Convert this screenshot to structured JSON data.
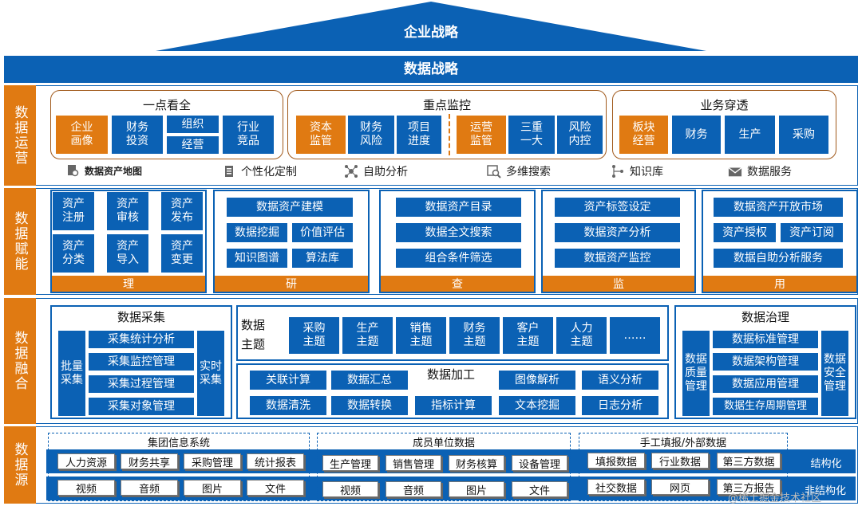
{
  "header": {
    "roof_title": "企业战略",
    "strategy_title": "数据战略"
  },
  "layers": {
    "ops": "数据运营",
    "enable": "数据赋能",
    "fusion": "数据融合",
    "source": "数据源"
  },
  "ops": {
    "group1": {
      "title": "一点看全",
      "items": [
        "企业\n画像",
        "财务\n投资",
        "组织",
        "经营",
        "行业\n竞品"
      ]
    },
    "group2": {
      "title": "重点监控",
      "items": [
        "资本\n监管",
        "财务\n风险",
        "项目\n进度",
        "运营\n监管",
        "三重\n一大",
        "风险\n内控"
      ]
    },
    "group3": {
      "title": "业务穿透",
      "items": [
        "板块\n经营",
        "财务",
        "生产",
        "采购"
      ]
    },
    "tools": [
      {
        "icon": "map-icon",
        "label": "数据资产地图"
      },
      {
        "icon": "document-icon",
        "label": "个性化定制"
      },
      {
        "icon": "network-icon",
        "label": "自助分析"
      },
      {
        "icon": "search-icon",
        "label": "多维搜索"
      },
      {
        "icon": "graph-icon",
        "label": "知识库"
      },
      {
        "icon": "mail-icon",
        "label": "数据服务"
      }
    ]
  },
  "enable": {
    "li": {
      "items": [
        "资产\n注册",
        "资产\n审核",
        "资产\n发布",
        "资产\n分类",
        "资产\n导入",
        "资产\n变更"
      ],
      "bar": "理"
    },
    "yan": {
      "items": [
        "数据资产建模",
        "数据挖掘",
        "价值评估",
        "知识图谱",
        "算法库"
      ],
      "bar": "研"
    },
    "cha": {
      "items": [
        "数据资产目录",
        "数据全文搜索",
        "组合条件筛选"
      ],
      "bar": "查"
    },
    "jian": {
      "items": [
        "资产标签设定",
        "数据资产分析",
        "数据资产监控"
      ],
      "bar": "监"
    },
    "yong": {
      "items": [
        "数据资产开放市场",
        "资产授权",
        "资产订阅",
        "数据自助分析服务"
      ],
      "bar": "用"
    }
  },
  "fusion": {
    "collect": {
      "title": "数据采集",
      "left": "批量\n采集",
      "right": "实时\n采集",
      "items": [
        "采集统计分析",
        "采集监控管理",
        "采集过程管理",
        "采集对象管理"
      ]
    },
    "topics": {
      "label": "数据\n主题",
      "items": [
        "采购\n主题",
        "生产\n主题",
        "销售\n主题",
        "财务\n主题",
        "客户\n主题",
        "人力\n主题",
        "……"
      ]
    },
    "process": {
      "title": "数据加工",
      "items": [
        "关联计算",
        "数据汇总",
        "图像解析",
        "语义分析",
        "数据清洗",
        "数据转换",
        "指标计算",
        "文本挖掘",
        "日志分析"
      ]
    },
    "govern": {
      "title": "数据治理",
      "left": "数据\n质量\n管理",
      "right": "数据\n安全\n管理",
      "items": [
        "数据标准管理",
        "数据架构管理",
        "数据应用管理",
        "数据生存周期管理"
      ]
    }
  },
  "source": {
    "groups": [
      {
        "title": "集团信息系统",
        "row1": [
          "人力资源",
          "财务共享",
          "采购管理",
          "统计报表"
        ],
        "row2": [
          "视频",
          "音频",
          "图片",
          "文件"
        ]
      },
      {
        "title": "成员单位数据",
        "row1": [
          "生产管理",
          "销售管理",
          "财务核算",
          "设备管理"
        ],
        "row2": [
          "视频",
          "音频",
          "图片",
          "文件"
        ]
      },
      {
        "title": "手工填报/外部数据",
        "row1": [
          "填报数据",
          "行业数据",
          "第三方数据"
        ],
        "row2": [
          "社交数据",
          "网页",
          "第三方报告"
        ]
      }
    ],
    "kinds": [
      "结构化",
      "非结构化"
    ]
  },
  "watermark": "@稀土掘金技术社区",
  "colors": {
    "blue": "#0b61b4",
    "orange": "#e07a12",
    "brown": "#a15a1c"
  }
}
